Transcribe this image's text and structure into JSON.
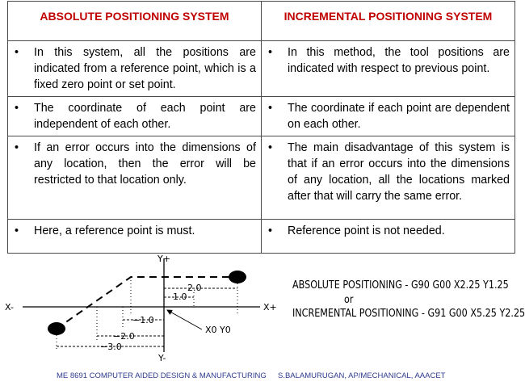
{
  "table": {
    "header_left": "ABSOLUTE POSITIONING SYSTEM",
    "header_right": "INCREMENTAL POSITIONING SYSTEM",
    "bullet": "•",
    "rows": [
      {
        "left": "In this system, all the positions are indicated from a reference point, which is a fixed zero point or set point.",
        "right": "In this method, the tool positions are indicated with respect to previous point."
      },
      {
        "left": "The coordinate of each point are independent of each other.",
        "right": "The coordinate if each point are dependent on each other."
      },
      {
        "left": "If an error occurs into the dimensions of any location, then the error will be restricted to that location only.",
        "right": "The main disadvantage of this system is that if an error occurs into the dimensions of any location, all the locations marked after that will carry the same error."
      },
      {
        "left": "Here, a reference point is must.",
        "right": "Reference point is not needed."
      }
    ]
  },
  "diagram": {
    "y_plus": "Y+",
    "y_minus": "Y-",
    "x_minus": "X-",
    "x_plus": "X+",
    "dim_2_0": "2.0",
    "dim_1_0": "1.0",
    "dim_neg_1_0": "−1.0",
    "dim_neg_2_0": "−2.0",
    "dim_neg_3_0": "−3.0",
    "origin_label": "X0 Y0"
  },
  "commands": {
    "absolute": "ABSOLUTE POSITIONING - G90 G00 X2.25 Y1.25",
    "or": "or",
    "incremental": "INCREMENTAL POSITIONING - G91 G00 X5.25 Y2.25"
  },
  "footer": {
    "course": "ME 8691 COMPUTER AIDED DESIGN & MANUFACTURING",
    "author": "S.BALAMURUGAN, AP/MECHANICAL, AAACET"
  }
}
